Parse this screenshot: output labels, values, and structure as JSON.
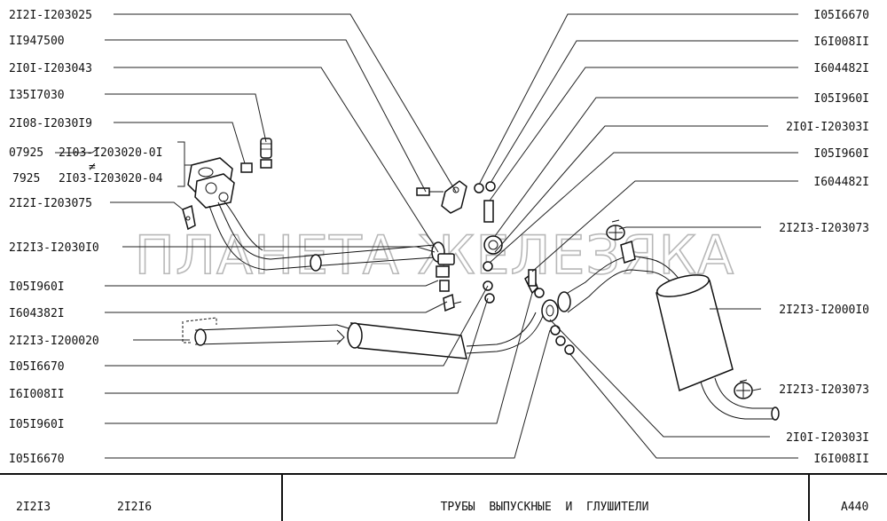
{
  "title_block": {
    "model_primary": "2I2I3",
    "model_secondary": "2I2I6",
    "title": "ТРУБЫ  ВЫПУСКНЫЕ  И  ГЛУШИТЕЛИ",
    "sheet_code": "A440"
  },
  "watermark": "ПЛАНЕТА ЖЕЛЕЗЯКА",
  "left_labels": [
    "2I2I-I203025",
    "II947500",
    "2I0I-I203043",
    "I35I7030",
    "2I08-I2030I9",
    "2I2I-I203075",
    "2I2I3-I2030I0",
    "I05I960I",
    "I604382I",
    "2I2I3-I200020",
    "I05I6670",
    "I6I008II",
    "I05I960I",
    "I05I6670"
  ],
  "variant_block": {
    "row1_left": "07925",
    "row1_right": "2I03-I203020-0I",
    "symbol": "≠",
    "row2_left": "7925",
    "row2_right": "2I03-I203020-04"
  },
  "right_labels": [
    "I05I6670",
    "I6I008II",
    "I604482I",
    "I05I960I",
    "2I0I-I20303I",
    "I05I960I",
    "I604482I",
    "2I2I3-I203073",
    "2I2I3-I2000I0",
    "2I2I3-I203073",
    "2I0I-I20303I",
    "I6I008II"
  ]
}
